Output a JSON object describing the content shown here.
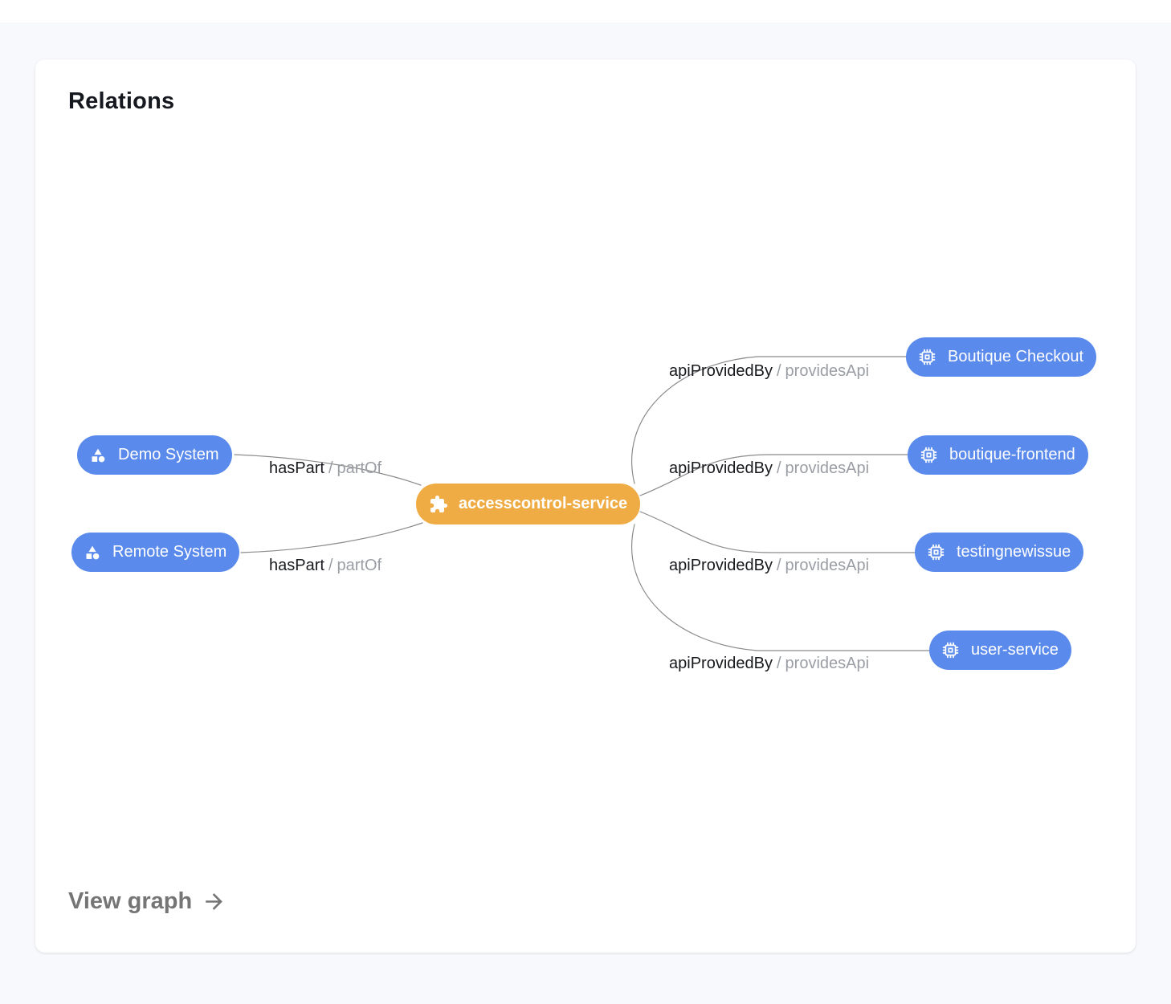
{
  "title": "Relations",
  "footer": {
    "link_label": "View graph"
  },
  "colors": {
    "page_background": "#F8F9FC",
    "card_background": "#FFFFFF",
    "system_node": "#5A8AEB",
    "component_node": "#F0AC44",
    "edge_line": "#8B8B8B",
    "edge_label_primary": "#17191D",
    "edge_label_secondary": "#9A9EA4",
    "footer_link": "#757575"
  },
  "graph": {
    "nodes": {
      "center": {
        "label": "accesscontrol-service",
        "icon": "puzzle-icon"
      },
      "left": [
        {
          "label": "Demo System",
          "icon": "shapes-icon"
        },
        {
          "label": "Remote System",
          "icon": "shapes-icon"
        }
      ],
      "right": [
        {
          "label": "Boutique Checkout",
          "icon": "chip-icon"
        },
        {
          "label": "boutique-frontend",
          "icon": "chip-icon"
        },
        {
          "label": "testingnewissue",
          "icon": "chip-icon"
        },
        {
          "label": "user-service",
          "icon": "chip-icon"
        }
      ]
    },
    "edge_labels": [
      {
        "primary": "hasPart",
        "separator": "/",
        "secondary": "partOf"
      },
      {
        "primary": "hasPart",
        "separator": "/",
        "secondary": "partOf"
      },
      {
        "primary": "apiProvidedBy",
        "separator": "/",
        "secondary": "providesApi"
      },
      {
        "primary": "apiProvidedBy",
        "separator": "/",
        "secondary": "providesApi"
      },
      {
        "primary": "apiProvidedBy",
        "separator": "/",
        "secondary": "providesApi"
      },
      {
        "primary": "apiProvidedBy",
        "separator": "/",
        "secondary": "providesApi"
      }
    ]
  }
}
